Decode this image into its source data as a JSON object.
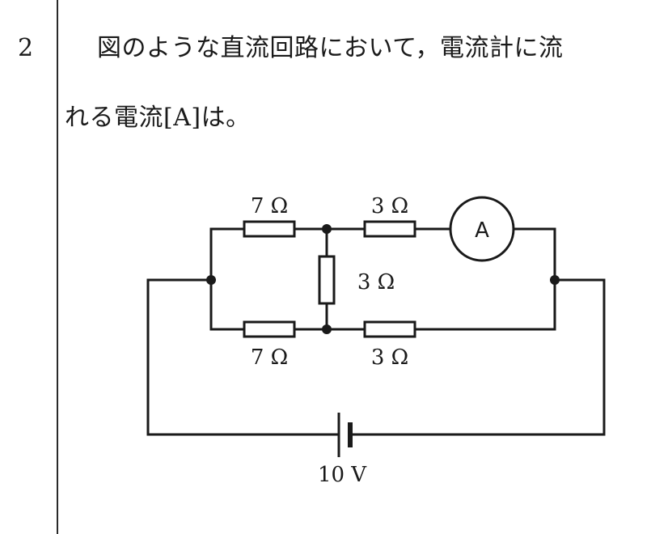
{
  "question": {
    "number": "2",
    "line1": "図のような直流回路において，電流計に流",
    "line2": "れる電流[A]は。"
  },
  "circuit": {
    "resistor_top_left": "7 Ω",
    "resistor_top_right": "3 Ω",
    "resistor_middle": "3 Ω",
    "resistor_bottom_left": "7 Ω",
    "resistor_bottom_right": "3 Ω",
    "ammeter": "A",
    "battery": "10 V"
  }
}
